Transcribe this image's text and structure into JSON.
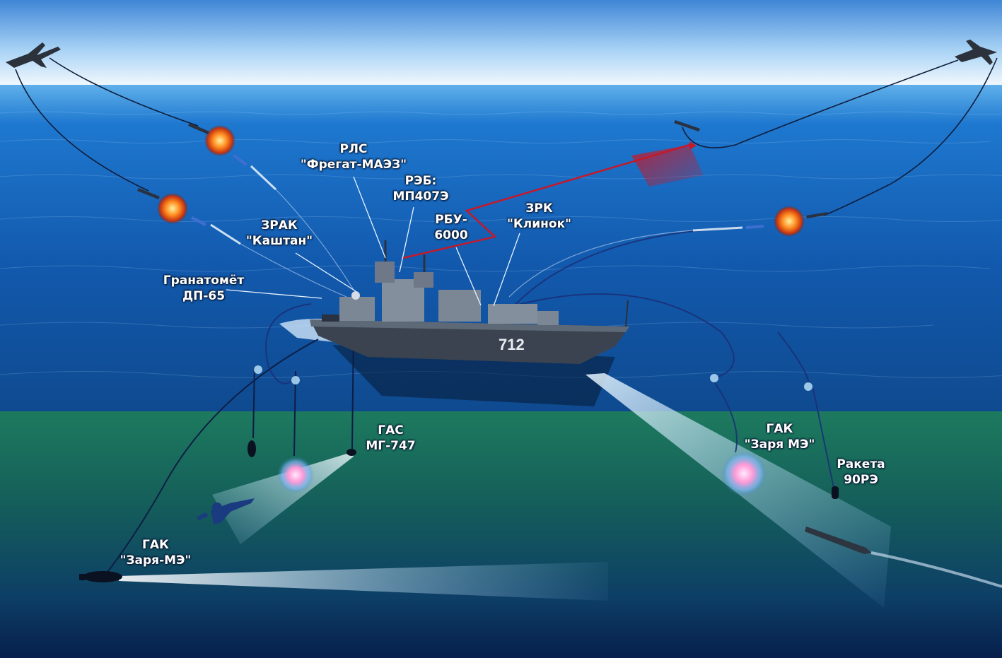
{
  "labels": {
    "rls": {
      "line1": "РЛС",
      "line2": "\"Фрегат-МАЭЗ\""
    },
    "reb": {
      "line1": "РЭБ:",
      "line2": "МП407Э"
    },
    "rbu": {
      "line1": "РБУ-",
      "line2": "6000"
    },
    "zrk": {
      "line1": "ЗРК",
      "line2": "\"Клинок\""
    },
    "zrak": {
      "line1": "ЗРАК",
      "line2": "\"Каштан\""
    },
    "grenade": {
      "line1": "Гранатомёт",
      "line2": "ДП-65"
    },
    "gas": {
      "line1": "ГАС",
      "line2": "МГ-747"
    },
    "gak_right": {
      "line1": "ГАК",
      "line2": "\"Заря МЭ\""
    },
    "missile": {
      "line1": "Ракета",
      "line2": "90РЭ"
    },
    "gak_left": {
      "line1": "ГАК",
      "line2": "\"Заря-МЭ\""
    }
  },
  "ship": {
    "hull_number": "712"
  },
  "colors": {
    "sky_top": "#3f86d6",
    "horizon": "#ffffff",
    "sea_surface": "#1660b8",
    "underwater": "#1b6a5a",
    "deep": "#08244e",
    "radar_ray": "#c4192b",
    "sonar_beam": "#dff2ff",
    "explosion": "#ff7a1a",
    "ship_hull": "#3b4350"
  },
  "icons": [
    "jet-icon",
    "missile-icon",
    "explosion-icon",
    "frigate-icon",
    "submarine-icon",
    "diver-icon",
    "torpedo-icon",
    "buoy-icon"
  ]
}
